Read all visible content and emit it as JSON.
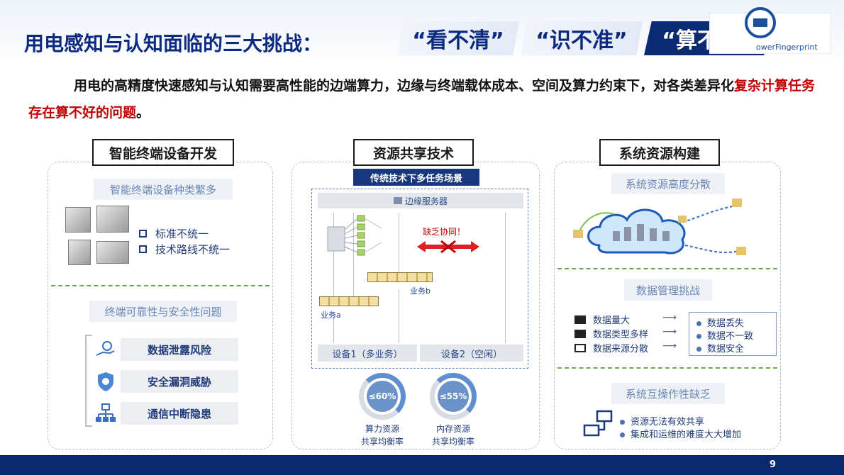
{
  "header": {
    "title": "用电感知与认知面临的三大挑战：",
    "quote1": "“看不清”",
    "quote2": "“识不准”",
    "quote3": "“算不好”",
    "logo_text": "owerFingerprint"
  },
  "intro": {
    "text_part1": "用电的高精度快速感知与认知需要高性能的边端算力，边缘与终端载体成本、空间及算力约束下，对各类差异化",
    "text_red": "复杂计算任务存在算不好的问题",
    "text_end": "。"
  },
  "col1": {
    "title": "智能终端设备开发",
    "sub1": "智能终端设备种类繁多",
    "bullets": [
      "标准不统一",
      "技术路线不统一"
    ],
    "sub2": "终端可靠性与安全性问题",
    "risks": [
      "数据泄露风险",
      "安全漏洞威胁",
      "通信中断隐患"
    ]
  },
  "col2": {
    "title": "资源共享技术",
    "banner": "传统技术下多任务场景",
    "edge_server": "边缘服务器",
    "no_coop": "缺乏协同！",
    "biz_b": "业务b",
    "biz_a": "业务a",
    "device1": "设备1（多业务）",
    "device2": "设备2（空闲）",
    "ring1_value": "≤60%",
    "ring1_label1": "算力资源",
    "ring1_label2": "共享均衡率",
    "ring2_value": "≤55%",
    "ring2_label1": "内存资源",
    "ring2_label2": "共享均衡率"
  },
  "col3": {
    "title": "系统资源构建",
    "sub1": "系统资源高度分散",
    "sub2": "数据管理挑战",
    "data_items": [
      "数据量大",
      "数据类型多样",
      "数据来源分散"
    ],
    "results": [
      "数据丢失",
      "数据不一致",
      "数据安全"
    ],
    "sub3": "系统互操作性缺乏",
    "interop": [
      "资源无法有效共享",
      "集成和运维的难度大大增加"
    ]
  },
  "footer": {
    "page": "9"
  },
  "colors": {
    "navy": "#0c2a80",
    "accent_red": "#c00000",
    "separator_green": "#6aa84f",
    "footer": "#0a2a6e"
  }
}
